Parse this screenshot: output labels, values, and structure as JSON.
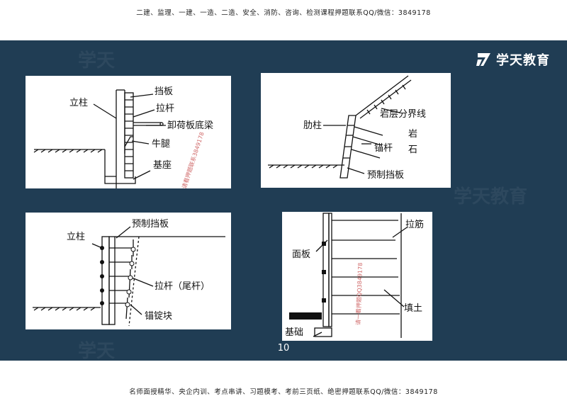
{
  "header": {
    "note": "二建、监理、一建、一造、二造、安全、消防、咨询、检测课程押题联系QQ/微信：3849178"
  },
  "footer": {
    "note": "名师面授精华、央企内训、考点串讲、习题模考、考前三页纸、绝密押题联系QQ/微信：3849178"
  },
  "logo": {
    "text": "学天教育"
  },
  "page_number": "10",
  "panels": {
    "top_left": {
      "labels": {
        "column": "立柱",
        "board": "挡板",
        "tie_rod": "拉杆",
        "unload_beam": "卸荷板底梁",
        "corbel": "牛腿",
        "base": "基座"
      },
      "stamp": "请看押题联系3849178"
    },
    "top_right": {
      "labels": {
        "rib_column": "肋柱",
        "boundary": "岩层分界线",
        "rock": "岩",
        "rock2": "石",
        "anchor": "锚杆",
        "precast_board": "预制挡板"
      }
    },
    "bottom_left": {
      "labels": {
        "column": "立柱",
        "precast_board": "预制挡板",
        "tie_rod": "拉杆（尾杆）",
        "anchor_block": "锚锭块"
      }
    },
    "bottom_right": {
      "labels": {
        "strip": "拉筋",
        "face_panel": "面板",
        "fill": "填土",
        "foundation": "基础"
      },
      "stamp": "请一看押题QQ3849178"
    }
  }
}
